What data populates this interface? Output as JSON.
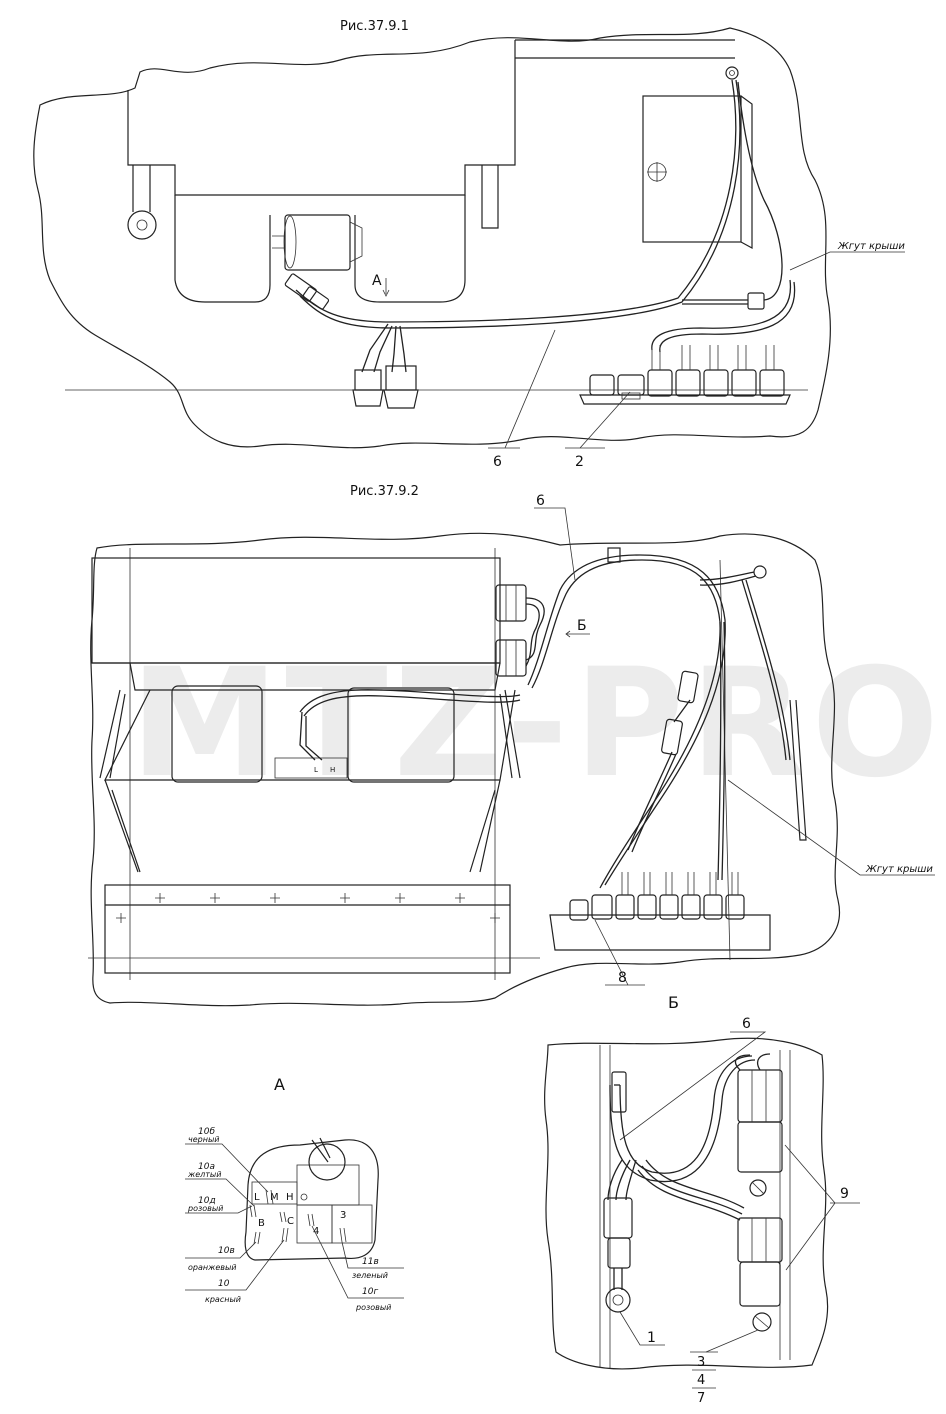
{
  "figures": {
    "fig1_title": "Рис.37.9.1",
    "fig2_title": "Рис.37.9.2",
    "view_a_title": "А",
    "view_b_title": "Б"
  },
  "fig1": {
    "view_marker": "А",
    "callouts": {
      "harness_roof": "Жгут крыши",
      "c6": "6",
      "c2": "2"
    }
  },
  "fig2": {
    "view_marker": "Б",
    "callouts": {
      "c6": "6",
      "harness_roof": "Жгут крыши",
      "c8": "8"
    },
    "plug_labels": {
      "left": "L",
      "right": "H"
    }
  },
  "watermark": "MTZ-PRO",
  "view_a": {
    "switch_labels": {
      "L": "L",
      "M": "M",
      "H": "H",
      "B": "B",
      "C": "C",
      "n4": "4",
      "n3": "3"
    },
    "wires": [
      {
        "code": "10б",
        "color": "черный"
      },
      {
        "code": "10а",
        "color": "желтый"
      },
      {
        "code": "10д",
        "color": "розовый"
      },
      {
        "code": "10в",
        "color": "оранжевый"
      },
      {
        "code": "10",
        "color": "красный"
      },
      {
        "code": "10г",
        "color": "розовый"
      },
      {
        "code": "11в",
        "color": "зеленый"
      }
    ]
  },
  "view_b": {
    "callouts": {
      "c6": "6",
      "c9": "9",
      "c1": "1",
      "c3": "3",
      "c4": "4",
      "c7": "7"
    }
  }
}
